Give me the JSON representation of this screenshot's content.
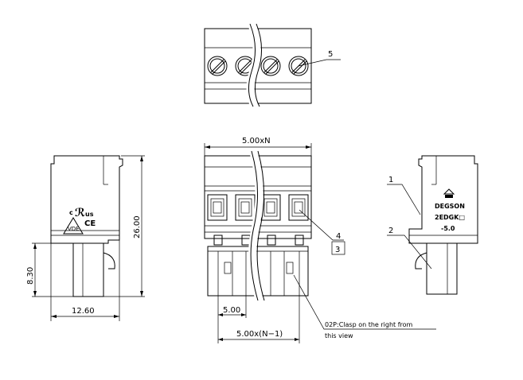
{
  "dimensions": {
    "total_width": "5.00xN",
    "height": "26.00",
    "depth": "12.60",
    "pin_height": "8.30",
    "pitch": "5.00",
    "pitch_total": "5.00x(N−1)"
  },
  "callouts": {
    "c1": "1",
    "c2": "2",
    "c3": "3",
    "c4": "4",
    "c5": "5"
  },
  "note": {
    "line1": "02P:Clasp on the right from",
    "line2": "this view"
  },
  "marking": {
    "brand": "DEGSON",
    "model": "2EDGK□",
    "pitch": "-5.0",
    "cert_c": "c",
    "cert_us": "us",
    "ce": "CE",
    "vde": "VDE"
  }
}
